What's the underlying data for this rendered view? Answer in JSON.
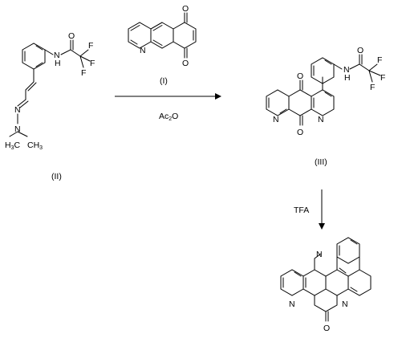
{
  "compounds": {
    "I": {
      "label": "(I)",
      "atoms": {
        "n": "N",
        "o1": "O",
        "o2": "O"
      }
    },
    "II": {
      "label": "(II)",
      "atoms": {
        "nh": "N",
        "h": "H",
        "o": "O",
        "f1": "F",
        "f2": "F",
        "f3": "F",
        "n1": "N",
        "n2": "N",
        "ch3a": "H",
        "ch3a_sub": "3",
        "ch3a_c": "C",
        "ch3b": "CH",
        "ch3b_sub": "3"
      }
    },
    "III": {
      "label": "(III)",
      "atoms": {
        "nh": "N",
        "h": "H",
        "o": "O",
        "f1": "F",
        "f2": "F",
        "f3": "F",
        "o1": "O",
        "o2": "O",
        "n1": "N",
        "n2": "N"
      }
    },
    "IV": {
      "atoms": {
        "n1": "N",
        "n2": "N",
        "n3": "N",
        "o": "O"
      }
    }
  },
  "arrows": {
    "step1": {
      "reagent": "Ac",
      "reagent_sub": "2",
      "reagent_tail": "O"
    },
    "step2": {
      "reagent": "TFA"
    }
  }
}
